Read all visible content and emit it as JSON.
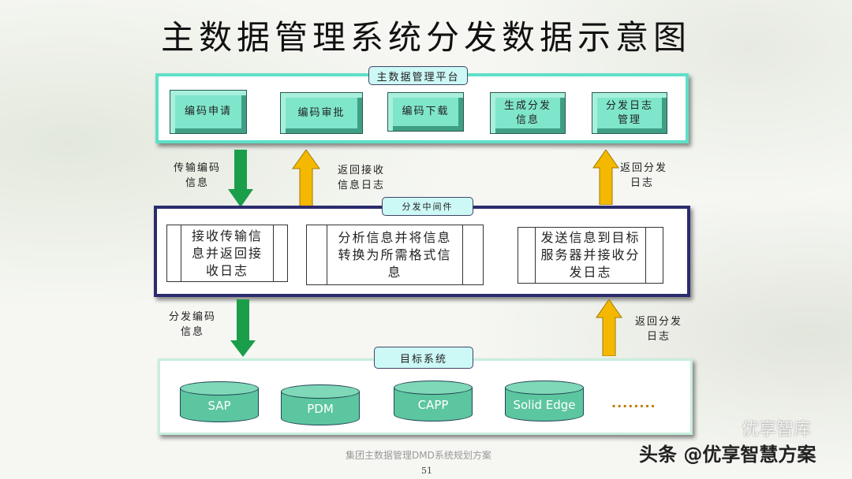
{
  "title": "主数据管理系统分发数据示意图",
  "platform": {
    "label": "主数据管理平台",
    "buttons": [
      "编码申请",
      "编码审批",
      "编码下载",
      "生成分发\n信息",
      "分发日志\n管理"
    ]
  },
  "middleware": {
    "label": "分发中间件",
    "processes": [
      "接收传输信\n息并返回接\n收日志",
      "分析信息并将信息\n转换为所需格式信\n息",
      "发送信息到目标\n服务器并接收分\n发日志"
    ]
  },
  "target": {
    "label": "目标系统",
    "systems": [
      "SAP",
      "PDM",
      "CAPP",
      "Solid Edge"
    ],
    "more": "........"
  },
  "flows": {
    "transmit": "传输编码\n信息",
    "return_receive": "返回接收\n信息日志",
    "return_dist_top": "返回分发\n日志",
    "distribute": "分发编码\n信息",
    "return_dist_bottom": "返回分发\n日志"
  },
  "colors": {
    "down_arrow": "#1a9e4a",
    "up_arrow": "#f5b800",
    "platform_border": "#5ee0c8",
    "middleware_border": "#2b2b6e",
    "target_border": "#c8eedd"
  },
  "footer": {
    "text": "集团主数据管理DMD系统规划方案",
    "page": "51"
  },
  "watermark": {
    "main": "头条 @优享智慧方案",
    "sub": "优享智库"
  }
}
